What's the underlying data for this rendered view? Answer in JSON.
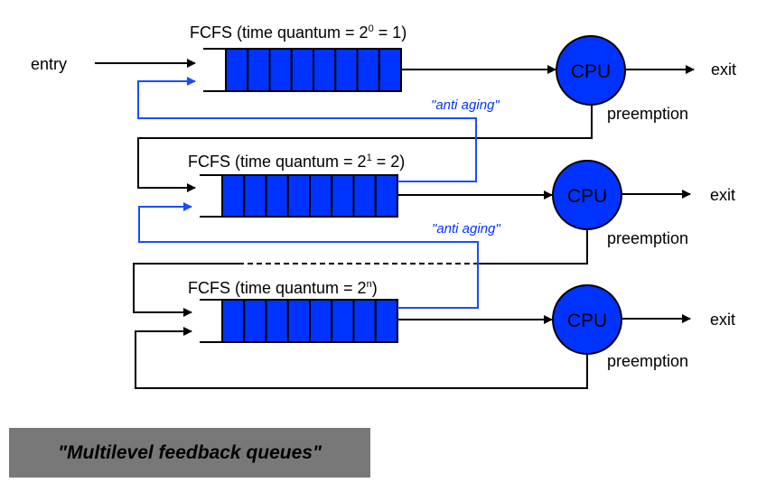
{
  "diagram": {
    "entry_label": "entry",
    "queues": [
      {
        "label_prefix": "FCFS (time quantum = 2",
        "label_sup": "0",
        "label_suffix": " = 1)",
        "slots": 8
      },
      {
        "label_prefix": "FCFS (time quantum = 2",
        "label_sup": "1",
        "label_suffix": " = 2)",
        "slots": 8
      },
      {
        "label_prefix": "FCFS (time quantum = 2",
        "label_sup": "n",
        "label_suffix": ")",
        "slots": 8
      }
    ],
    "cpus": [
      {
        "label": "CPU",
        "exit_label": "exit",
        "preemption_label": "preemption"
      },
      {
        "label": "CPU",
        "exit_label": "exit",
        "preemption_label": "preemption"
      },
      {
        "label": "CPU",
        "exit_label": "exit",
        "preemption_label": "preemption"
      }
    ],
    "anti_aging_labels": [
      "\"anti aging\"",
      "\"anti aging\""
    ],
    "colors": {
      "queue_fill": "#0033ff",
      "feedback_line": "#1a4cff",
      "line": "#000000"
    }
  },
  "caption": "\"Multilevel feedback queues\""
}
